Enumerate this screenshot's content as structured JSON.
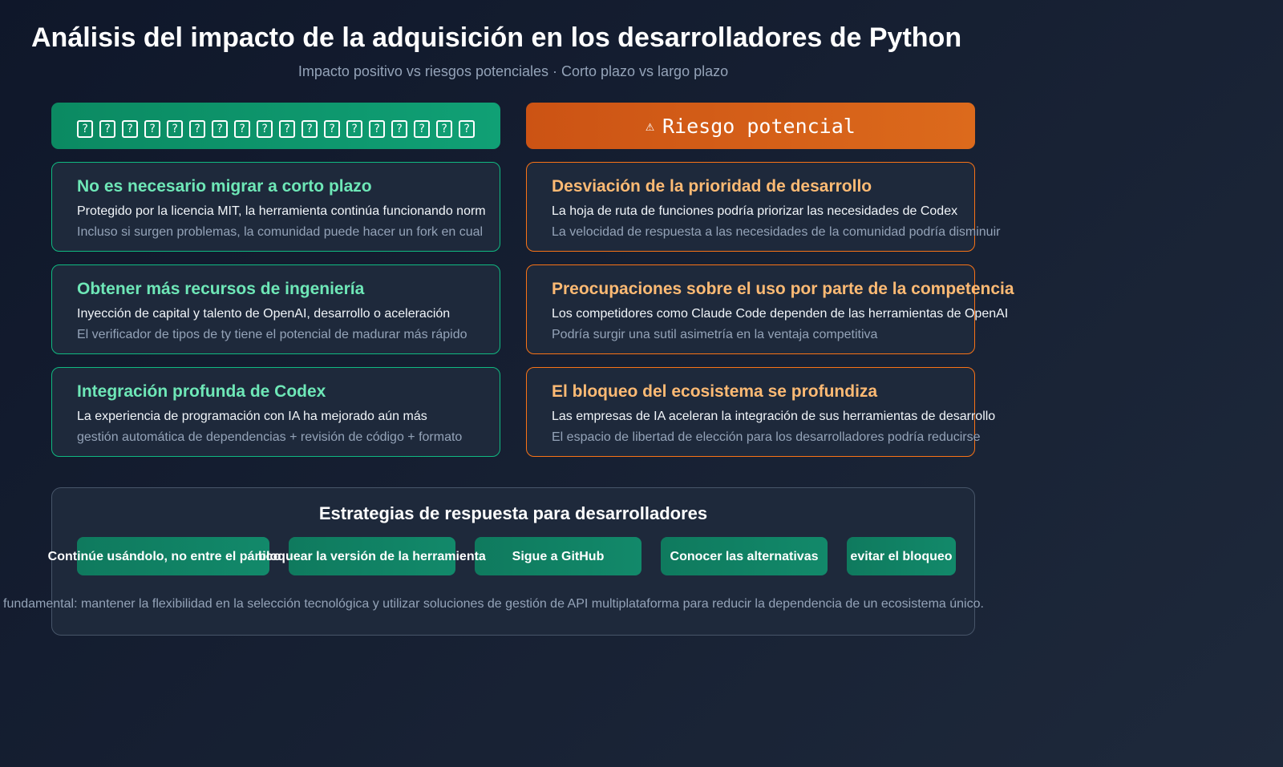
{
  "title": "Análisis del impacto de la adquisición en los desarrolladores de Python",
  "subtitle": "Impacto positivo vs riesgos potenciales · Corto plazo vs largo plazo",
  "positive_header": {
    "label": "??????????????????",
    "color": "#10a075"
  },
  "risk_header": {
    "icon": "warning-icon",
    "icon_glyph": "⚠",
    "label": "Riesgo potencial",
    "color": "#d9580f"
  },
  "positive_cards": [
    {
      "title": "No es necesario migrar a corto plazo",
      "line1": "Protegido por la licencia MIT, la herramienta continúa funcionando norm",
      "line2": "Incluso si surgen problemas, la comunidad puede hacer un fork en cual"
    },
    {
      "title": "Obtener más recursos de ingeniería",
      "line1": "Inyección de capital y talento de OpenAI, desarrollo o aceleración",
      "line2": "El verificador de tipos de ty tiene el potencial de madurar más rápido"
    },
    {
      "title": "Integración profunda de Codex",
      "line1": "La experiencia de programación con IA ha mejorado aún más",
      "line2": "gestión automática de dependencias + revisión de código + formato"
    }
  ],
  "risk_cards": [
    {
      "title": "Desviación de la prioridad de desarrollo",
      "line1": "La hoja de ruta de funciones podría priorizar las necesidades de Codex",
      "line2": "La velocidad de respuesta a las necesidades de la comunidad podría disminuir"
    },
    {
      "title": "Preocupaciones sobre el uso por parte de la competencia",
      "line1": "Los competidores como Claude Code dependen de las herramientas de OpenAI",
      "line2": "Podría surgir una sutil asimetría en la ventaja competitiva"
    },
    {
      "title": "El bloqueo del ecosistema se profundiza",
      "line1": "Las empresas de IA aceleran la integración de sus herramientas de desarrollo",
      "line2": "El espacio de libertad de elección para los desarrolladores podría reducirse"
    }
  ],
  "strategies": {
    "title": "Estrategias de respuesta para desarrolladores",
    "buttons": [
      "Continúe usándolo, no entre el pánico",
      "bloquear la versión de la herramienta",
      "Sigue a GitHub",
      "Conocer las alternativas",
      "evitar el bloqueo"
    ],
    "note": "fundamental: mantener la flexibilidad en la selección tecnológica y utilizar soluciones de gestión de API multiplataforma para reducir la dependencia de un ecosistema único."
  }
}
